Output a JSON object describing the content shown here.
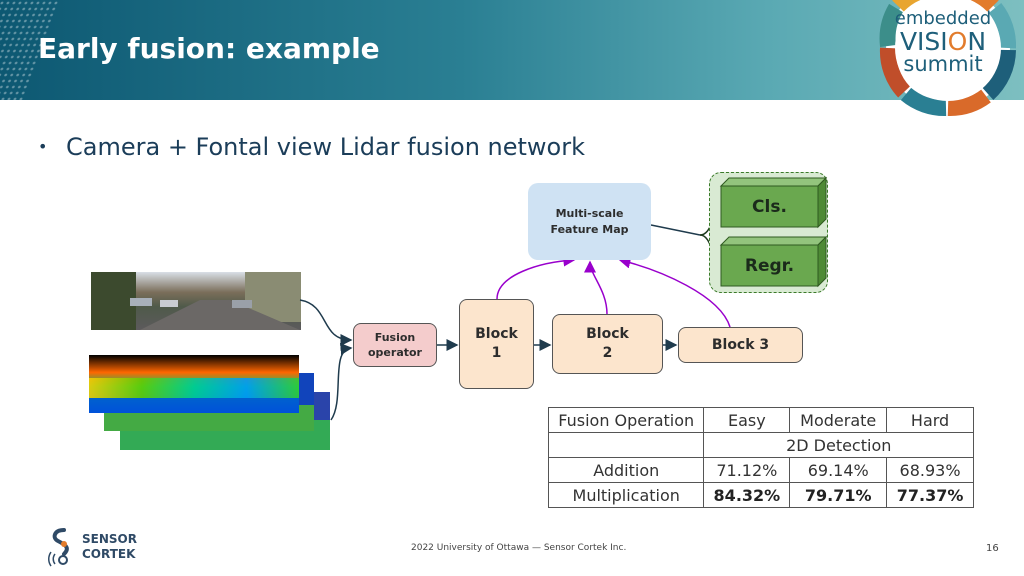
{
  "slide": {
    "title": "Early fusion: example",
    "bullet": "Camera + Fontal view Lidar fusion network",
    "footer": "2022 University of Ottawa — Sensor Cortek Inc.",
    "page_number": "16"
  },
  "brand": {
    "summit_line1": "embedded",
    "summit_line2a": "VISI",
    "summit_line2b": "O",
    "summit_line2c": "N",
    "summit_line3": "summit",
    "company_line1": "SENSOR",
    "company_line2": "CORTEK"
  },
  "diagram": {
    "fusion_line1": "Fusion",
    "fusion_line2": "operator",
    "block1_line1": "Block",
    "block1_line2": "1",
    "block2_line1": "Block",
    "block2_line2": "2",
    "block3": "Block 3",
    "feature_line1": "Multi-scale",
    "feature_line2": "Feature Map",
    "cls": "Cls.",
    "regr": "Regr."
  },
  "table": {
    "header": [
      "Fusion Operation",
      "Easy",
      "Moderate",
      "Hard"
    ],
    "section": "2D Detection",
    "rows": [
      {
        "op": "Addition",
        "easy": "71.12%",
        "moderate": "69.14%",
        "hard": "68.93%"
      },
      {
        "op": "Multiplication",
        "easy": "84.32%",
        "moderate": "79.71%",
        "hard": "77.37%"
      }
    ]
  },
  "colors": {
    "header_dark": "#0d5872",
    "header_light": "#7dbfc0",
    "fusion_box": "#f4cccc",
    "block_box": "#fce5cd",
    "feature_box": "#cfe2f3",
    "head_group": "#d9ead3",
    "head_box": "#6aa84f",
    "arrow_purple": "#9900cc"
  }
}
